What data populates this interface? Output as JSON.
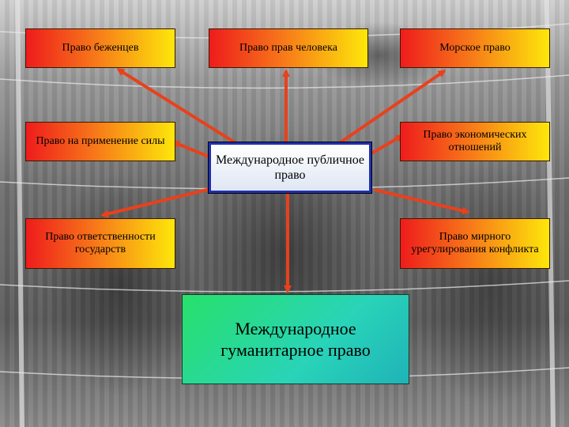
{
  "diagram": {
    "center": "Международное публичное право",
    "bottom": "Международное гуманитарное право",
    "branches": [
      {
        "id": "refugee-law",
        "label": "Право беженцев"
      },
      {
        "id": "human-rights-law",
        "label": "Право прав человека"
      },
      {
        "id": "sea-law",
        "label": "Морское право"
      },
      {
        "id": "use-of-force-law",
        "label": "Право на применение силы"
      },
      {
        "id": "economic-relations-law",
        "label": "Право экономических отношений"
      },
      {
        "id": "state-responsibility-law",
        "label": "Право ответственности государств"
      },
      {
        "id": "peaceful-settlement-law",
        "label": "Право мирного урегулирования конфликта"
      }
    ]
  },
  "colors": {
    "arrow": "#e8411c",
    "box_gradient_start": "#ee1c1c",
    "box_gradient_end": "#fde70a",
    "center_border": "#2030b0",
    "bottom_fill": "#27e06a"
  }
}
